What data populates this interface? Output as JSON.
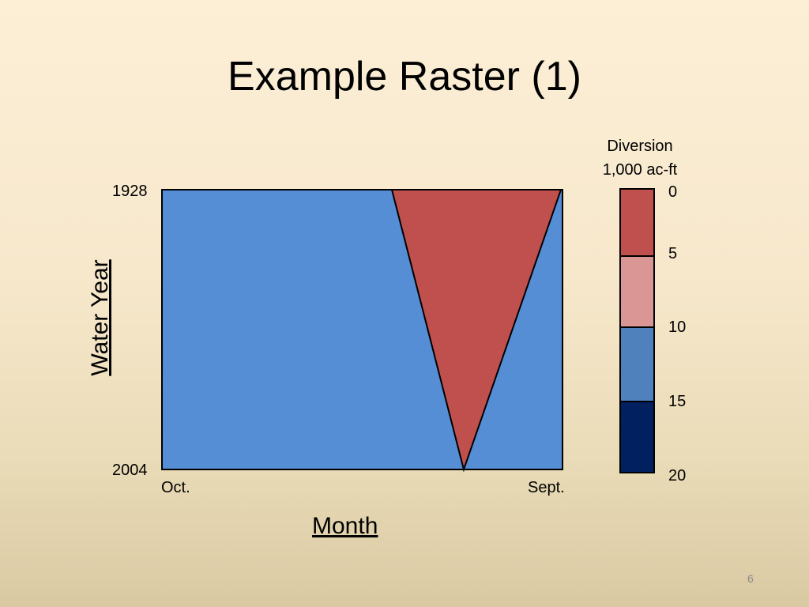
{
  "slide": {
    "title": "Example Raster (1)",
    "page_number": "6"
  },
  "raster": {
    "ylabel": "Water Year",
    "xlabel": "Month",
    "y_top_label": "1928",
    "y_bottom_label": "2004",
    "x_left_label": "Oct.",
    "x_right_label": "Sept.",
    "background_color": "#558ed5",
    "wedge_color": "#c0504d"
  },
  "legend": {
    "title_line1": "Diversion",
    "title_line2": "1,000 ac-ft",
    "tick_labels": [
      "0",
      "5",
      "10",
      "15",
      "20"
    ],
    "bands": [
      {
        "from": 0,
        "to": 5,
        "color": "#c0504d"
      },
      {
        "from": 5,
        "to": 10,
        "color": "#d99694"
      },
      {
        "from": 10,
        "to": 15,
        "color": "#4f81bd"
      },
      {
        "from": 15,
        "to": 20,
        "color": "#002060"
      }
    ]
  }
}
